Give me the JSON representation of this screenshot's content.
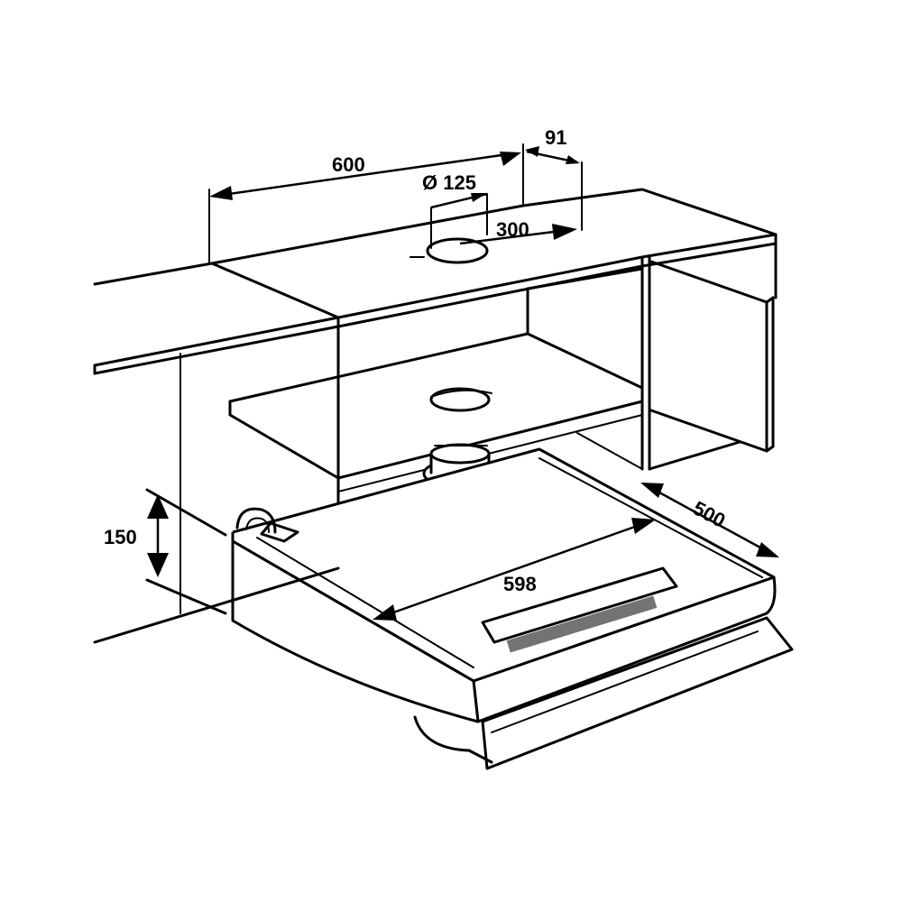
{
  "dimensions": {
    "cabinet_width": "600",
    "wall_offset": "91",
    "duct_diameter": "Ø 125",
    "duct_offset": "300",
    "hood_height": "150",
    "hood_depth": "500",
    "hood_width": "598"
  },
  "colors": {
    "line": "#000000",
    "background": "#ffffff"
  }
}
